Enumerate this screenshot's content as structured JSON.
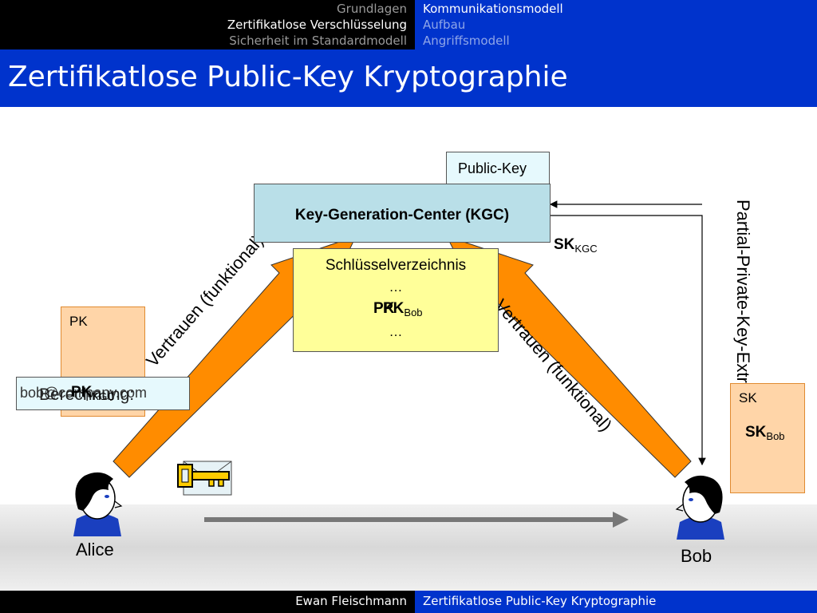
{
  "nav": {
    "left": [
      "Grundlagen",
      "Zertifikatlose Verschlüsselung",
      "Sicherheit im Standardmodell"
    ],
    "right": [
      "Kommunikationsmodell",
      "Aufbau",
      "Angriffsmodell"
    ]
  },
  "title": "Zertifikatlose Public-Key Kryptographie",
  "footer": {
    "author": "Ewan Fleischmann",
    "title": "Zertifikatlose Public-Key Kryptographie"
  },
  "diagram": {
    "kgc_tag": "Public-Key",
    "kgc_label": "Key-Generation-Center (KGC)",
    "sk_kgc_main": "SK",
    "sk_kgc_sub": "KGC",
    "partial_label": "Partial-Private-Key-Extract",
    "directory": {
      "title": "Schlüsselverzeichnis",
      "dots_top": "…",
      "entry_main_a": "PK",
      "entry_main_b": "PK",
      "entry_sub": "Bob",
      "dots_bottom": "…"
    },
    "trust_left": "Vertrauen (funktional)",
    "trust_right": "Vertrauen (funktional)",
    "pk_box": {
      "label": "PK",
      "email": "bob@company.com",
      "overlay_1": "Berechnung:",
      "overlay_2": "PK",
      "overlay_3": "KGC"
    },
    "sk_box": {
      "label": "SK",
      "main": "SK",
      "sub": "Bob"
    },
    "alice": "Alice",
    "bob": "Bob"
  }
}
